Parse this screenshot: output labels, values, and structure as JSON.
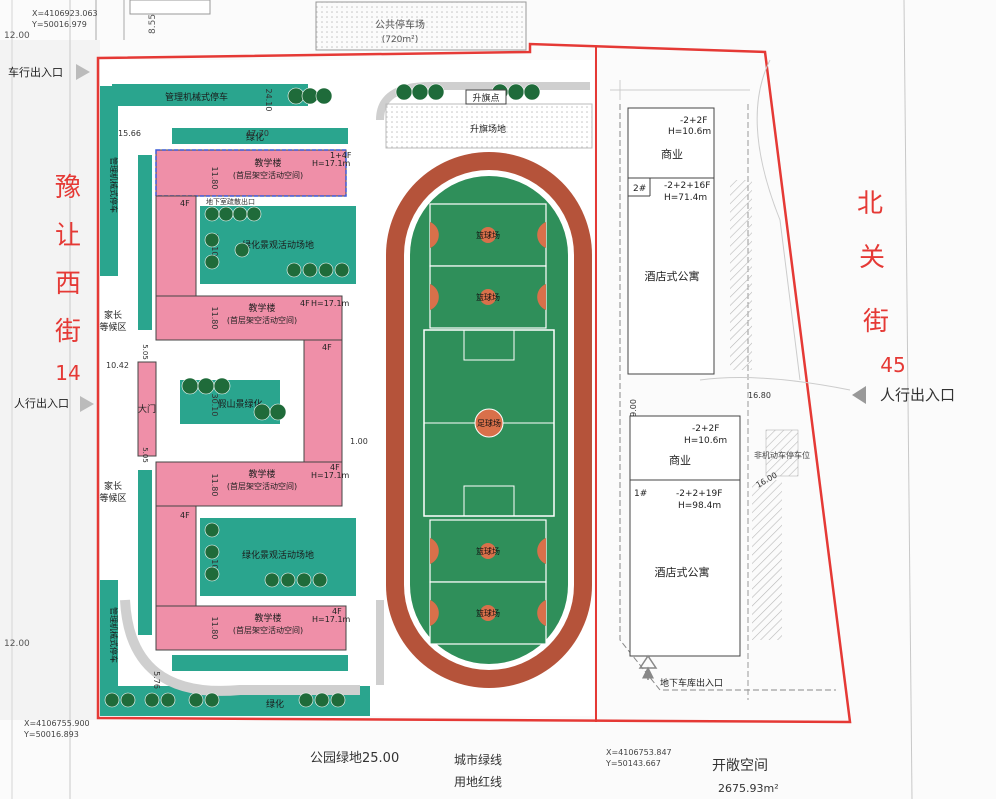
{
  "colors": {
    "pink": "#ef8fa8",
    "green": "#2f8f5a",
    "teal": "#2aa58e",
    "track": "#b5533a",
    "court": "#d9704a",
    "red_line": "#e53935",
    "text": "#222222"
  },
  "coords": {
    "top_left": [
      "X=4106923.063",
      "Y=50016.979"
    ],
    "bottom_left": [
      "X=4106755.900",
      "Y=50016.893"
    ],
    "bottom_right": [
      "X=4106753.847",
      "Y=50143.667"
    ]
  },
  "dims": {
    "top_setback": "8.55",
    "left_top_12": "12.00",
    "left_bottom_12": "12.00",
    "width_1566": "15.66",
    "width_4770": "47.70",
    "depth_2410": "24.10",
    "h_1180_a": "11.80",
    "h_2510_a": "25.10",
    "h_1180_b": "11.80",
    "gate_1042": "10.42",
    "gate_505_a": "5.05",
    "gate_3010": "30.10",
    "gap_100": "1.00",
    "gate_505_b": "5.05",
    "h_1180_c": "11.80",
    "h_2510_b": "25.10",
    "h_1180_d": "11.80",
    "bottom_576": "5.76",
    "right_900": "9.00",
    "right_1680": "16.80",
    "right_1600": "16.00"
  },
  "labels": {
    "public_parking": "公共停车场",
    "public_parking_area": "(720m²)",
    "car_entrance_left": "车行出入口",
    "ped_entrance_left": "人行出入口",
    "ped_entrance_right": "人行出入口",
    "street_west": [
      "豫",
      "让",
      "西",
      "街",
      "14"
    ],
    "street_east": [
      "北",
      "关",
      "街",
      "45"
    ],
    "top_green_strip": "管理机械式停车",
    "left_green_strip_upper": "管理机械式停车",
    "left_green_strip_lower": "管理机械式停车",
    "greening_top": "绿化",
    "greening_bottom": "绿化",
    "teaching_1": "教学楼",
    "teaching_1_sub": "(首层架空活动空间)",
    "teaching_1_floors": "1+4F",
    "teaching_1_height": "H=17.1m",
    "floor_4f_a": "4F",
    "underground_parking_note": "地下室疏散出口",
    "courtyard_1": "绿化景观活动场地",
    "teaching_2": "教学楼",
    "teaching_2_sub": "(首层架空活动空间)",
    "teaching_2_floors": "4F",
    "teaching_2_height": "H=17.1m",
    "parent_area_1": [
      "家长",
      "等候区"
    ],
    "main_gate": "大门",
    "rockery": "假山景绿化",
    "teaching_3": "教学楼",
    "teaching_3_sub": "(首层架空活动空间)",
    "teaching_3_floors": "4F",
    "teaching_3_height": "H=17.1m",
    "parent_area_2": [
      "家长",
      "等候区"
    ],
    "courtyard_2": "绿化景观活动场地",
    "teaching_4": "教学楼",
    "teaching_4_sub": "(首层架空活动空间)",
    "teaching_4_floors": "4F",
    "teaching_4_height": "H=17.1m",
    "floor_4f_b": "4F",
    "floor_4f_c": "4F",
    "flag_point": "升旗点",
    "flag_area": "升旗场地",
    "basketball": [
      "篮球场",
      "篮球场",
      "篮球场",
      "篮球场"
    ],
    "football": "足球场",
    "commercial_top": "商业",
    "commercial_top_floors": "-2+2F",
    "commercial_top_height": "H=10.6m",
    "building2_id": "2#",
    "building2_floors": "-2+2+16F",
    "building2_height": "H=71.4m",
    "apartment_top": "酒店式公寓",
    "commercial_bottom": "商业",
    "commercial_bottom_floors": "-2+2F",
    "commercial_bottom_height": "H=10.6m",
    "building1_id": "1#",
    "building1_floors": "-2+2+19F",
    "building1_height": "H=98.4m",
    "apartment_bottom": "酒店式公寓",
    "ground_parking": "非机动车停车位",
    "underground_entrance": "地下车库出入口",
    "park_green": "公园绿地25.00",
    "city_green_line": "城市绿线",
    "land_red_line": "用地红线",
    "open_space": "开敞空间",
    "open_space_area": "2675.93m²"
  }
}
